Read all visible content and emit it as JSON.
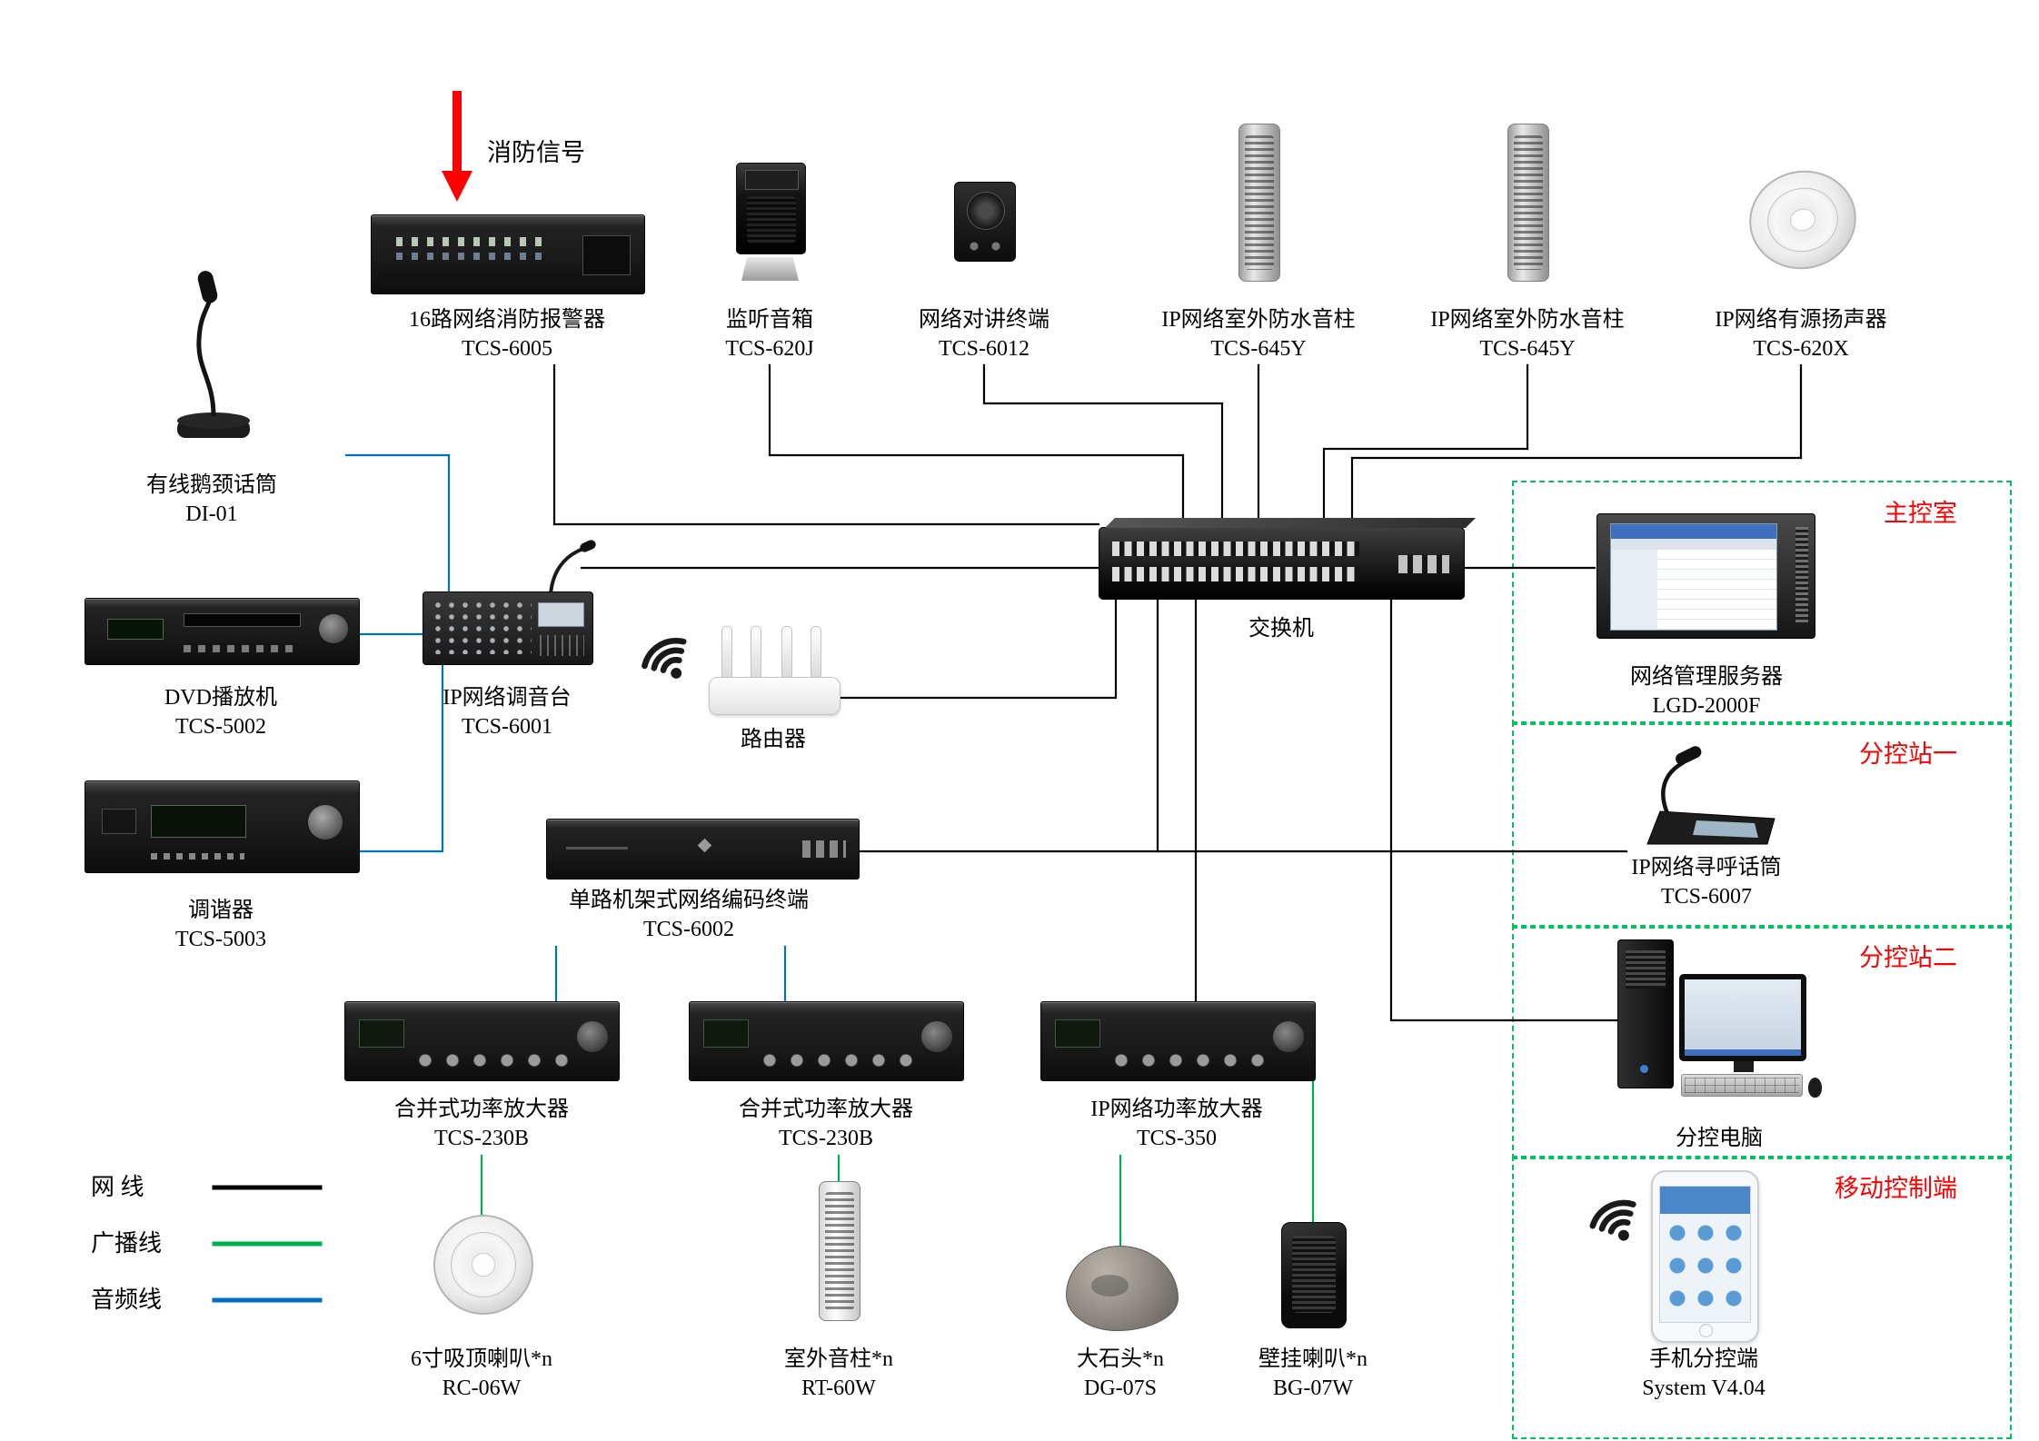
{
  "colors": {
    "network_line": "#000000",
    "broadcast_line": "#00b050",
    "audio_line": "#0070c0",
    "zone_border": "#00c060",
    "accent_red": "#ff0000"
  },
  "fire_signal": {
    "label": "消防信号"
  },
  "zones": [
    {
      "label": "主控室"
    },
    {
      "label": "分控站一"
    },
    {
      "label": "分控站二"
    },
    {
      "label": "移动控制端"
    }
  ],
  "legend": {
    "items": [
      {
        "label": "网  线",
        "line": "network"
      },
      {
        "label": "广播线",
        "line": "broadcast"
      },
      {
        "label": "音频线",
        "line": "audio"
      }
    ]
  },
  "nodes": {
    "fire_alarm": {
      "label": "16路网络消防报警器",
      "model": "TCS-6005"
    },
    "monitor_speaker": {
      "label": "监听音箱",
      "model": "TCS-620J"
    },
    "intercom_terminal": {
      "label": "网络对讲终端",
      "model": "TCS-6012"
    },
    "column_speaker_1": {
      "label": "IP网络室外防水音柱",
      "model": "TCS-645Y"
    },
    "column_speaker_2": {
      "label": "IP网络室外防水音柱",
      "model": "TCS-645Y"
    },
    "active_speaker": {
      "label": "IP网络有源扬声器",
      "model": "TCS-620X"
    },
    "gooseneck_mic": {
      "label": "有线鹅颈话筒",
      "model": "DI-01"
    },
    "dvd_player": {
      "label": "DVD播放机",
      "model": "TCS-5002"
    },
    "mixer": {
      "label": "IP网络调音台",
      "model": "TCS-6001"
    },
    "router": {
      "label": "路由器"
    },
    "switch": {
      "label": "交换机"
    },
    "tuner": {
      "label": "调谐器",
      "model": "TCS-5003"
    },
    "encoder": {
      "label": "单路机架式网络编码终端",
      "model": "TCS-6002"
    },
    "amp1": {
      "label": "合并式功率放大器",
      "model": "TCS-230B"
    },
    "amp2": {
      "label": "合并式功率放大器",
      "model": "TCS-230B"
    },
    "ip_amp": {
      "label": "IP网络功率放大器",
      "model": "TCS-350"
    },
    "ceiling_speaker": {
      "label": "6寸吸顶喇叭*n",
      "model": "RC-06W"
    },
    "outdoor_column": {
      "label": "室外音柱*n",
      "model": "RT-60W"
    },
    "rock_speaker": {
      "label": "大石头*n",
      "model": "DG-07S"
    },
    "wall_speaker": {
      "label": "壁挂喇叭*n",
      "model": "BG-07W"
    },
    "server": {
      "label": "网络管理服务器",
      "model": "LGD-2000F"
    },
    "paging_mic": {
      "label": "IP网络寻呼话筒",
      "model": "TCS-6007"
    },
    "control_pc": {
      "label": "分控电脑"
    },
    "phone": {
      "label": "手机分控端",
      "model": "System V4.04"
    }
  }
}
